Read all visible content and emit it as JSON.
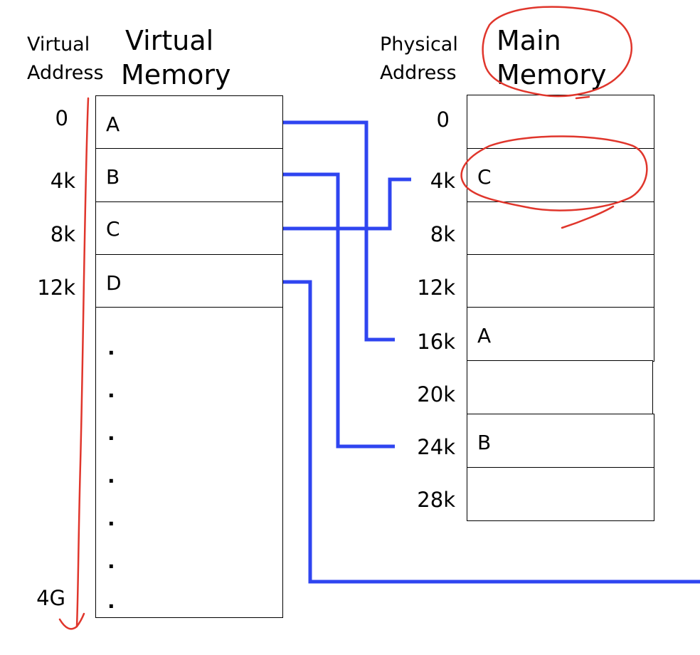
{
  "virtual": {
    "addr_heading": [
      "Virtual",
      "Address"
    ],
    "title": [
      "Virtual",
      "Memory"
    ],
    "addresses": [
      "0",
      "4k",
      "8k",
      "12k",
      "4G"
    ],
    "pages": [
      "A",
      "B",
      "C",
      "D"
    ],
    "ellipsis": [
      ".",
      ".",
      ".",
      ".",
      ".",
      ".",
      "."
    ]
  },
  "physical": {
    "addr_heading": [
      "Physical",
      "Address"
    ],
    "title": [
      "Main",
      "Memory"
    ],
    "addresses": [
      "0",
      "4k",
      "8k",
      "12k",
      "16k",
      "20k",
      "24k",
      "28k"
    ],
    "frames": [
      "",
      "C",
      "",
      "",
      "A",
      "",
      "B",
      ""
    ]
  },
  "mappings": [
    {
      "page": "A",
      "frame_address": "16k"
    },
    {
      "page": "B",
      "frame_address": "24k"
    },
    {
      "page": "C",
      "frame_address": "4k"
    },
    {
      "page": "D",
      "frame_address": "off-page"
    }
  ],
  "colors": {
    "mapping_line": "#2f45f0",
    "annotation": "#e0362c",
    "border": "#000000"
  }
}
